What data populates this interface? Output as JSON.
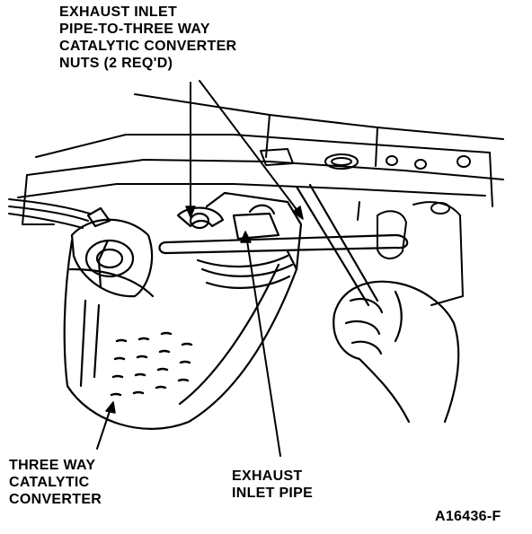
{
  "labels": {
    "nuts": [
      "EXHAUST INLET",
      "PIPE-TO-THREE WAY",
      "CATALYTIC CONVERTER",
      "NUTS (2 REQ'D)"
    ],
    "converter": [
      "THREE WAY",
      "CATALYTIC",
      "CONVERTER"
    ],
    "inlet_pipe": [
      "EXHAUST",
      "INLET PIPE"
    ],
    "figure_code": "A16436-F"
  },
  "colors": {
    "ink": "#000000",
    "paper": "#ffffff"
  }
}
